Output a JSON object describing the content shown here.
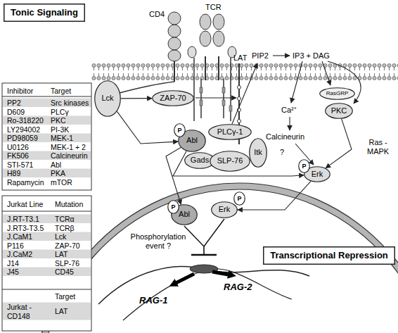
{
  "diagram": {
    "nodes": [
      {
        "text": [
          "Tonic Signaling"
        ]
      },
      {
        "text": [
          "Lck"
        ]
      },
      {
        "text": [
          "ZAP-70"
        ]
      },
      {
        "text": [
          "P"
        ]
      },
      {
        "text": [
          "Abl"
        ]
      },
      {
        "text": [
          "PLCγ-1"
        ]
      },
      {
        "text": [
          "Itk"
        ]
      },
      {
        "text": [
          "Gads"
        ]
      },
      {
        "text": [
          "SLP-76"
        ]
      },
      {
        "text": [
          "RasGRP"
        ]
      },
      {
        "text": [
          "PKC"
        ]
      },
      {
        "text": [
          "P"
        ]
      },
      {
        "text": [
          "Erk"
        ]
      },
      {
        "text": [
          "P"
        ]
      },
      {
        "text": [
          "Abl"
        ]
      },
      {
        "text": [
          "P"
        ]
      },
      {
        "text": [
          "Erk"
        ]
      },
      {
        "text": [
          "Transcriptional Repression"
        ]
      }
    ],
    "edges": [
      {
        "from": 1,
        "to": 2,
        "arrow": "to"
      },
      {
        "from": 1,
        "to": 4,
        "arrow": "to"
      },
      {
        "from": 4,
        "to": 12,
        "arrow": "to"
      },
      {
        "from": 10,
        "to": 12,
        "arrow": "to"
      },
      {
        "from": 4,
        "to": 14,
        "arrow": "to"
      },
      {
        "from": 12,
        "to": 16,
        "arrow": "to"
      }
    ],
    "labels": [
      "CD4",
      "TCR",
      "LAT",
      "PIP2",
      "IP3 + DAG",
      "Ca²⁺",
      "Calcineurin",
      "?",
      "Ras - MAPK",
      "Phosphorylation event ?",
      "RAG-1",
      "RAG-2",
      "Inhibitor",
      "Target",
      "PP2",
      "Src kinases",
      "D609",
      "PLCγ",
      "Ro-318220",
      "PKC",
      "LY294002",
      "PI-3K",
      "PD98059",
      "MEK-1",
      "U0126",
      "MEK-1 + 2",
      "FK506",
      "Calcineurin",
      "STI-571",
      "Abl",
      "H89",
      "PKA",
      "Rapamycin",
      "mTOR",
      "Jurkat Line",
      "Mutation",
      "J.RT-T3.1",
      "TCRα",
      "J.RT3-T3.5",
      "TCRβ",
      "J.CaM1",
      "Lck",
      "P116",
      "ZAP-70",
      "J.CaM2",
      "LAT",
      "J14",
      "SLP-76",
      "J45",
      "CD45",
      "Target",
      "Jurkat -CD148",
      "LAT"
    ]
  }
}
